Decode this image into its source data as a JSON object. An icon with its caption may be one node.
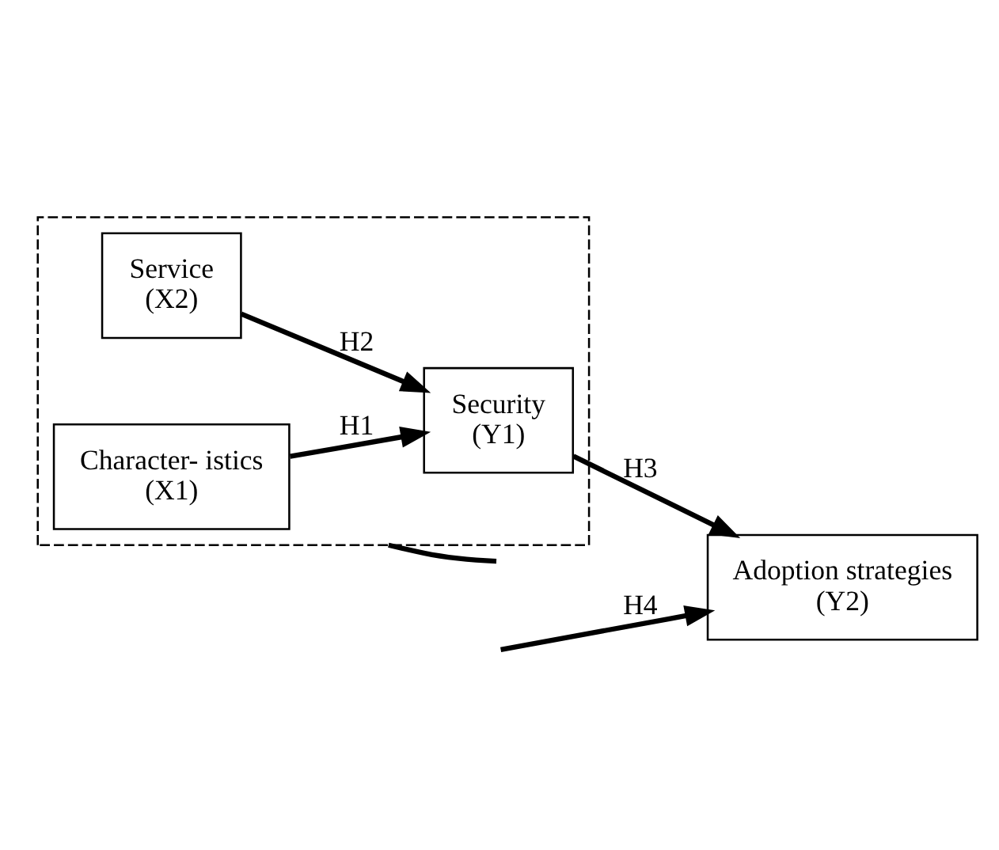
{
  "diagram": {
    "nodes": [
      {
        "text": [],
        "shape": "box"
      },
      {
        "text": [
          "Character- istics",
          "(X1)"
        ],
        "in": 0
      },
      {
        "text": [
          "Service",
          "(X2)"
        ],
        "in": 0
      },
      {
        "text": [
          "Security",
          "(Y1)"
        ],
        "in": 0
      },
      {
        "text": [
          "Adoption strategies",
          "(Y2)"
        ]
      }
    ],
    "edges": [
      {
        "from": 1,
        "to": 3,
        "arrow": "to",
        "label": "H1"
      },
      {
        "from": 2,
        "to": 3,
        "arrow": "to",
        "label": "H2"
      },
      {
        "from": 3,
        "to": 4,
        "arrow": "to",
        "label": "H3"
      },
      {
        "from": 0,
        "to": null,
        "arrow": "none"
      },
      {
        "from": null,
        "to": 4,
        "arrow": "to",
        "label": "H4"
      }
    ]
  }
}
